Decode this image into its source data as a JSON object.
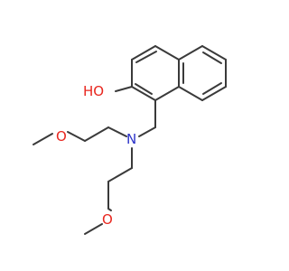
{
  "molecule": {
    "atoms": {
      "hydroxyl": "HO",
      "nitrogen": "N",
      "ether_oxygen_top": "O",
      "ether_oxygen_bottom": "O"
    },
    "colors": {
      "bond": "#3a3a3a",
      "oxygen": "#e8261e",
      "nitrogen": "#2b32c8",
      "background": "#ffffff"
    }
  }
}
